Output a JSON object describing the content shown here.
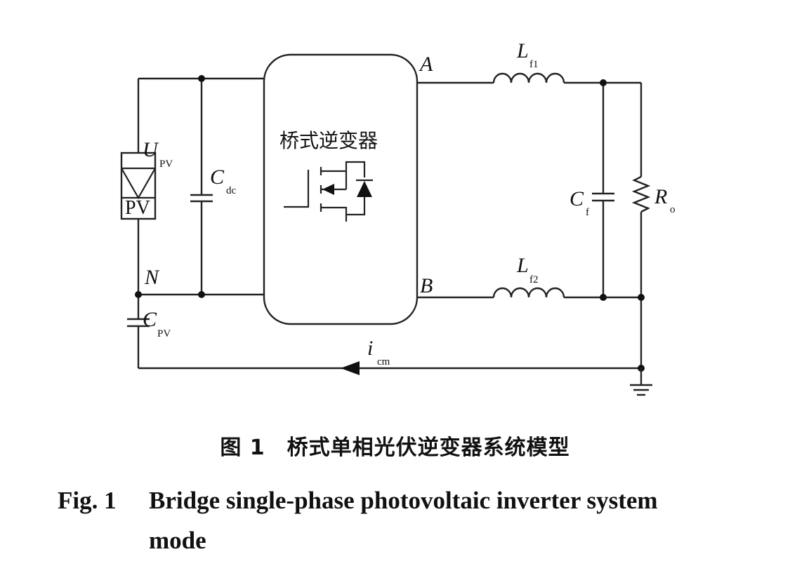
{
  "diagram": {
    "labels": {
      "node_a": "A",
      "node_b": "B",
      "node_n": "N",
      "upv_main": "U",
      "upv_sub": "PV",
      "pv_module": "PV",
      "cdc_main": "C",
      "cdc_sub": "dc",
      "cpv_main": "C",
      "cpv_sub": "PV",
      "lf1_main": "L",
      "lf1_sub": "f1",
      "lf2_main": "L",
      "lf2_sub": "f2",
      "cf_main": "C",
      "cf_sub": "f",
      "ro_main": "R",
      "ro_sub": "o",
      "icm_main": "i",
      "icm_sub": "cm",
      "inverter_title": "桥式逆变器"
    }
  },
  "caption": {
    "cn_prefix": "图 1",
    "cn_title": "桥式单相光伏逆变器系统模型",
    "en_prefix": "Fig. 1",
    "en_line1": "Bridge single-phase photovoltaic inverter system",
    "en_line2": "mode"
  }
}
